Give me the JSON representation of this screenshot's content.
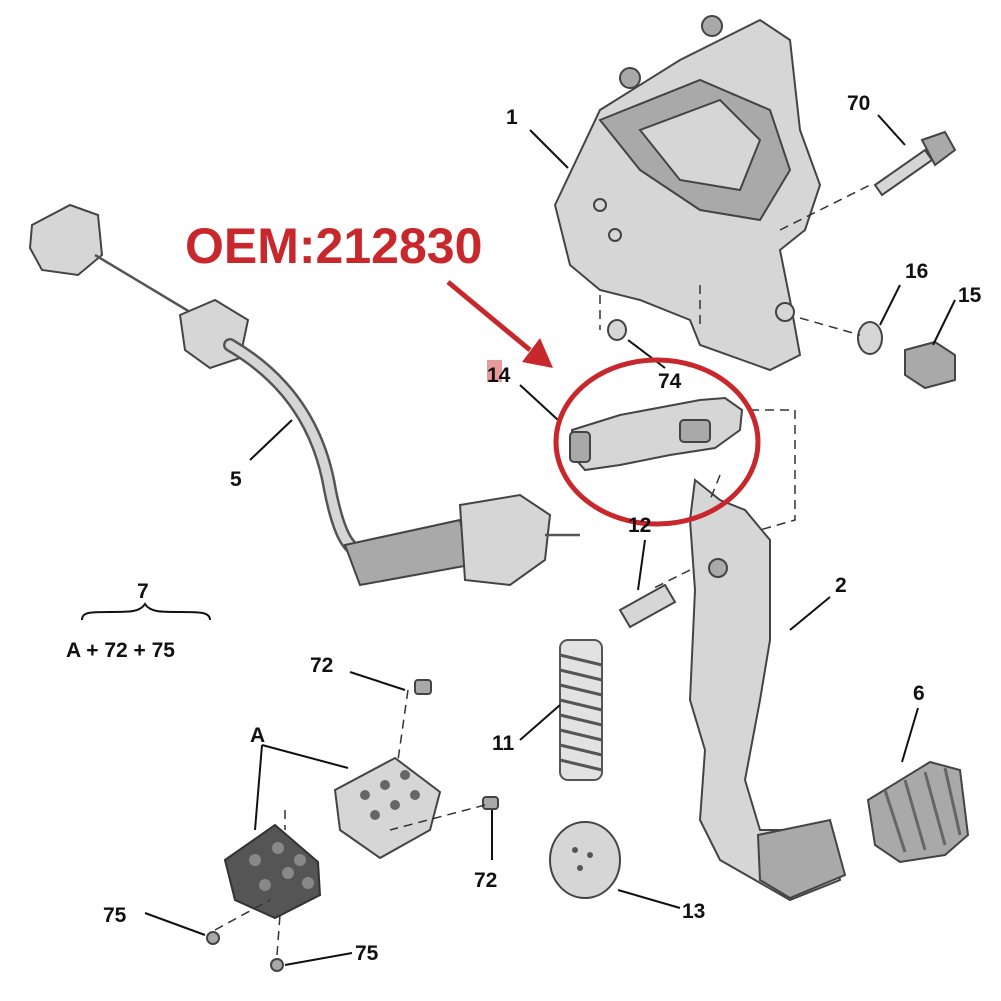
{
  "oem_label": "OEM:212830",
  "highlight_color": "#c8282c",
  "part_labels": {
    "p1": "1",
    "p2": "2",
    "p5": "5",
    "p6": "6",
    "p7": "7",
    "p11": "11",
    "p12": "12",
    "p13": "13",
    "p14": "14",
    "p15": "15",
    "p16": "16",
    "p70": "70",
    "p72a": "72",
    "p72b": "72",
    "p74": "74",
    "p75a": "75",
    "p75b": "75",
    "pA": "A"
  },
  "kit_formula": "A + 72 + 75"
}
